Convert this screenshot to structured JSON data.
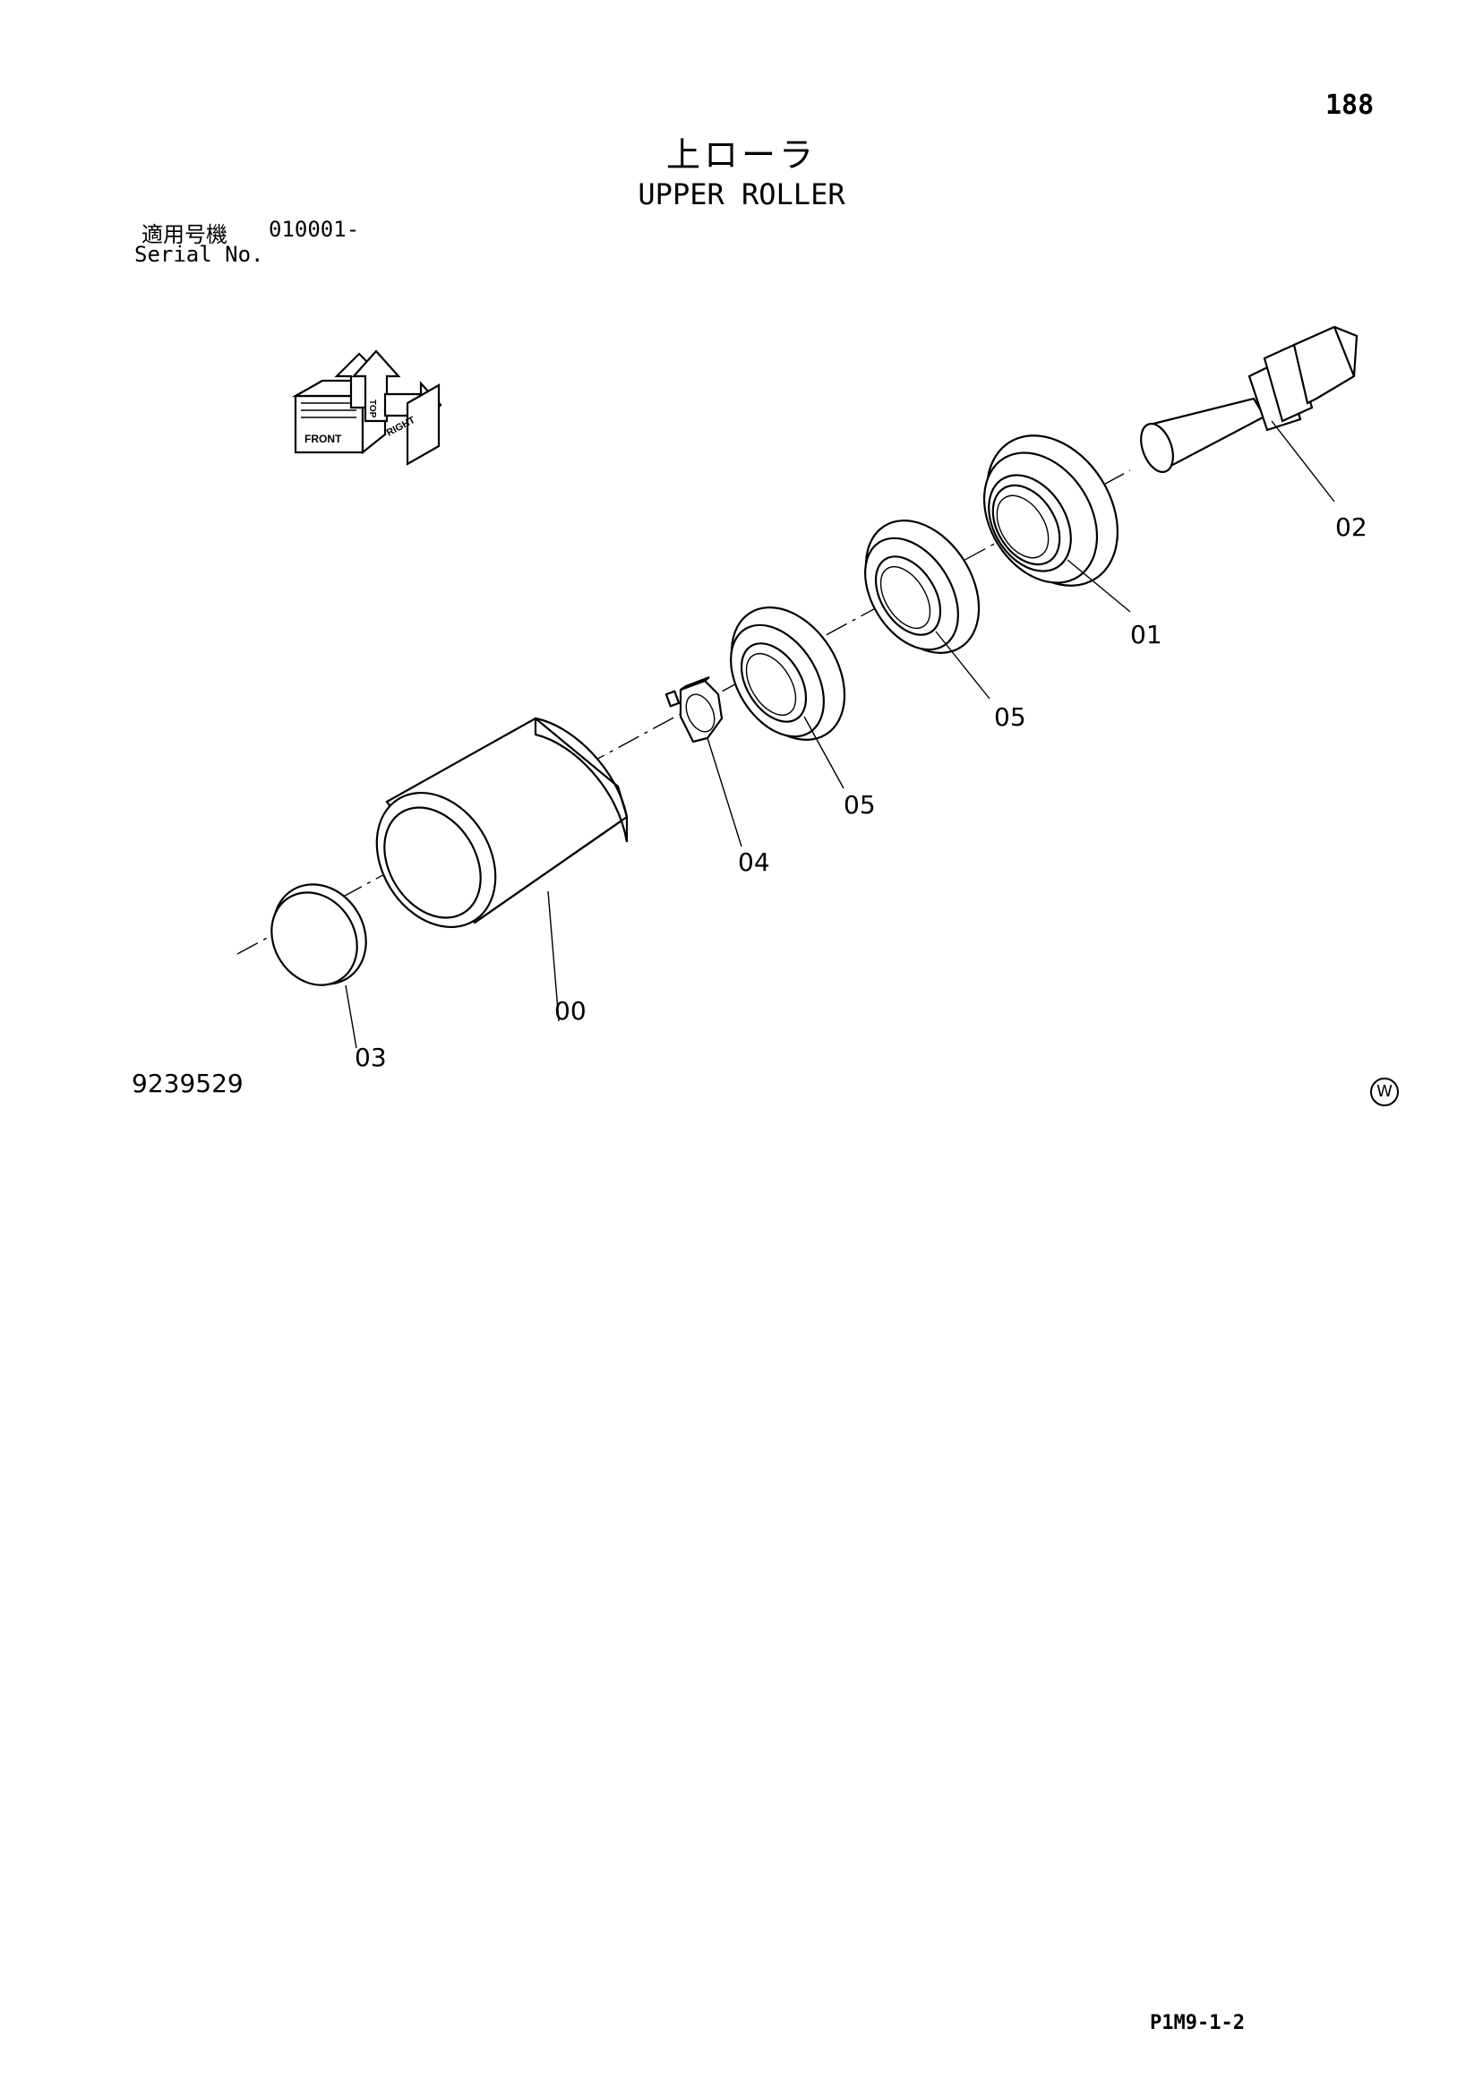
{
  "page_number": "188",
  "title_jp": "上ローラ",
  "title_en": "UPPER ROLLER",
  "serial": {
    "label_jp": "適用号機",
    "value": "010001-",
    "label_en": "Serial No."
  },
  "orientation_icon": {
    "labels": [
      "FRONT",
      "RIGHT",
      "TOP"
    ]
  },
  "parts": [
    {
      "id": "00"
    },
    {
      "id": "01"
    },
    {
      "id": "02"
    },
    {
      "id": "03"
    },
    {
      "id": "04"
    },
    {
      "id": "05"
    },
    {
      "id": "05"
    }
  ],
  "drawing_number": "9239529",
  "corner_mark": "W",
  "page_code": "P1M9-1-2"
}
